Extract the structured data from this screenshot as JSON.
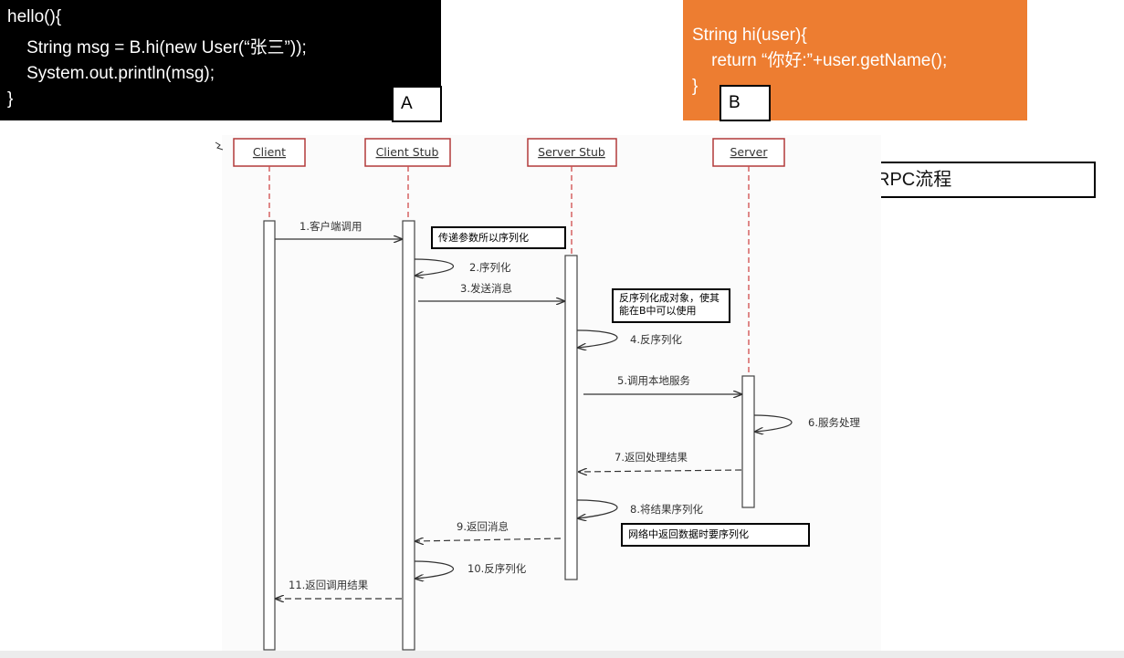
{
  "code_a": {
    "lines": [
      "hello(){",
      "    String msg = B.hi(new User(“张三”));",
      "    System.out.println(msg);",
      "}"
    ],
    "tag": "A",
    "background": "#000000"
  },
  "code_b": {
    "lines": [
      "String hi(user){",
      "    return “你好:”+user.getName();",
      "}"
    ],
    "tag": "B",
    "background": "#ed7d31"
  },
  "title_box": "RPC流程",
  "actors": [
    "Client",
    "Client Stub",
    "Server Stub",
    "Server"
  ],
  "messages": [
    "1.客户端调用",
    "2.序列化",
    "3.发送消息",
    "4.反序列化",
    "5.调用本地服务",
    "6.服务处理",
    "7.返回处理结果",
    "8.将结果序列化",
    "9.返回消息",
    "10.反序列化",
    "11.返回调用结果"
  ],
  "notes": [
    "传递参数所以序列化",
    "反序列化成对象，使其能在B中可以使用",
    "网络中返回数据时要序列化"
  ],
  "colors": {
    "lifeline": "#d04a4a",
    "actor_border": "#b23a3a",
    "arrow": "#333333"
  }
}
